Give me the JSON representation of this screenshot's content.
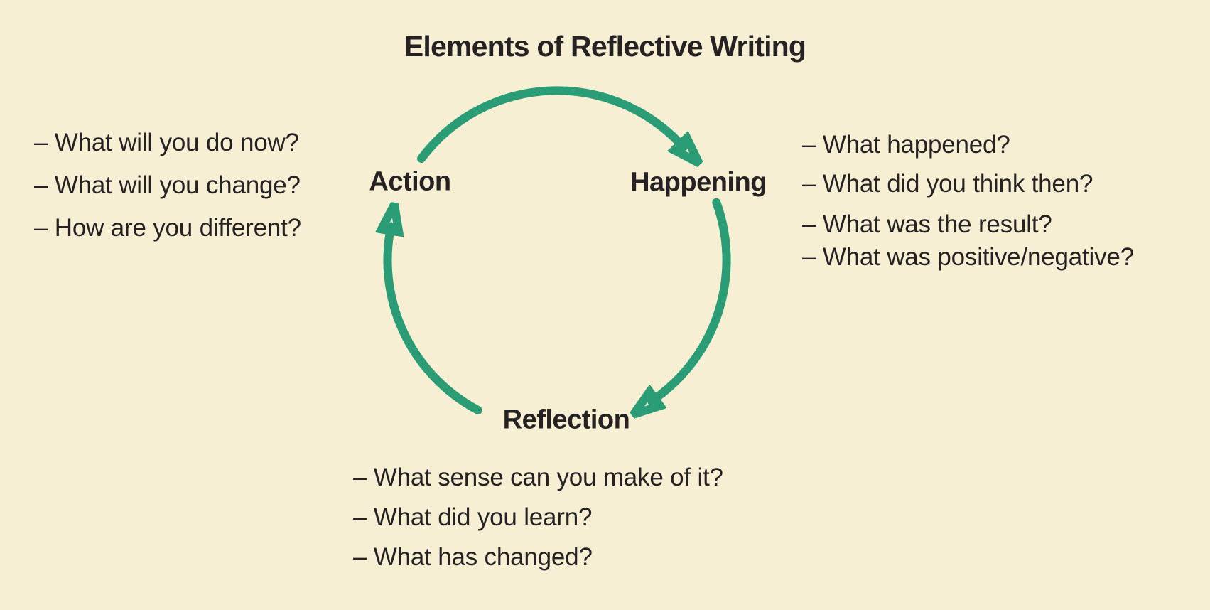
{
  "title": "Elements of Reflective Writing",
  "colors": {
    "background": "#F6EFD3",
    "arrow_green": "#2A9C76",
    "text_dark": "#262223"
  },
  "cycle": {
    "nodes": [
      {
        "id": "action",
        "label": "Action"
      },
      {
        "id": "happening",
        "label": "Happening"
      },
      {
        "id": "reflection",
        "label": "Reflection"
      }
    ],
    "arrows": [
      {
        "from": "Action",
        "to": "Happening"
      },
      {
        "from": "Happening",
        "to": "Reflection"
      },
      {
        "from": "Reflection",
        "to": "Action"
      }
    ]
  },
  "question_lists": {
    "action": {
      "items": [
        "– What will you do now?",
        "– What will you change?",
        "– How are you different?"
      ]
    },
    "happening": {
      "items": [
        "– What happened?",
        "– What did you think then?",
        "– What was the result?",
        "– What was positive/negative?"
      ]
    },
    "reflection": {
      "items": [
        "– What sense can you make of it?",
        "– What did you learn?",
        "– What has changed?"
      ]
    }
  }
}
